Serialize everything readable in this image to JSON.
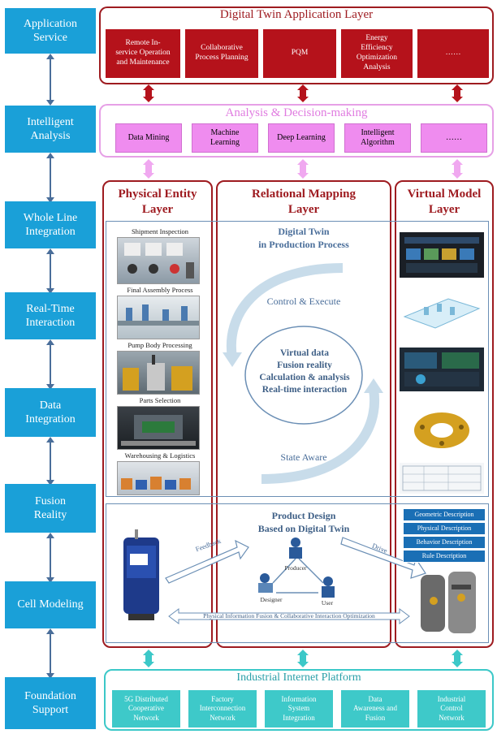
{
  "left_column": [
    {
      "label": "Application\nService"
    },
    {
      "label": "Intelligent\nAnalysis"
    },
    {
      "label": "Whole Line\nIntegration"
    },
    {
      "label": "Real-Time\nInteraction"
    },
    {
      "label": "Data\nIntegration"
    },
    {
      "label": "Fusion\nReality"
    },
    {
      "label": "Cell Modeling"
    },
    {
      "label": "Foundation\nSupport"
    }
  ],
  "application_layer": {
    "title": "Digital Twin Application Layer",
    "items": [
      "Remote In-\nservice Operation\nand Maintenance",
      "Collaborative\nProcess Planning",
      "PQM",
      "Energy\nEfficiency\nOptimization\nAnalysis",
      "……"
    ],
    "color": "#b5121b"
  },
  "analysis_layer": {
    "title": "Analysis & Decision-making",
    "items": [
      "Data Mining",
      "Machine\nLearning",
      "Deep Learning",
      "Intelligent\nAlgorithm",
      "……"
    ],
    "color": "#ef8cef"
  },
  "physical_layer": {
    "title": "Physical Entity\nLayer",
    "photos": [
      "Shipment Inspection",
      "Final Assembly Process",
      "Pump Body Processing",
      "Parts Selection",
      "Warehousing & Logistics"
    ]
  },
  "mapping_layer": {
    "title": "Relational Mapping\nLayer",
    "subtitle_top": "Digital Twin\nin Production Process",
    "control": "Control & Execute",
    "center": "Virtual data\nFusion reality\nCalculation & analysis\nReal-time interaction",
    "state": "State Aware",
    "subtitle_bottom": "Product Design\nBased on Digital Twin",
    "feedback": "Feedback",
    "drive": "Drive",
    "producer": "Producer",
    "designer": "Designer",
    "user": "User",
    "bottom_arrow": "Physical Information Fusion & Collaborative Interaction Optimization"
  },
  "virtual_layer": {
    "title": "Virtual Model\nLayer",
    "descriptions": [
      "Geometric Description",
      "Physical Description",
      "Behavior Description",
      "Rule Description"
    ]
  },
  "foundation_layer": {
    "title": "Industrial Internet Platform",
    "items": [
      "5G Distributed\nCooperative\nNetwork",
      "Factory\nInterconnection\nNetwork",
      "Information\nSystem\nIntegration",
      "Data\nAwareness and\nFusion",
      "Industrial\nControl\nNetwork"
    ],
    "color": "#3ec9c9"
  }
}
